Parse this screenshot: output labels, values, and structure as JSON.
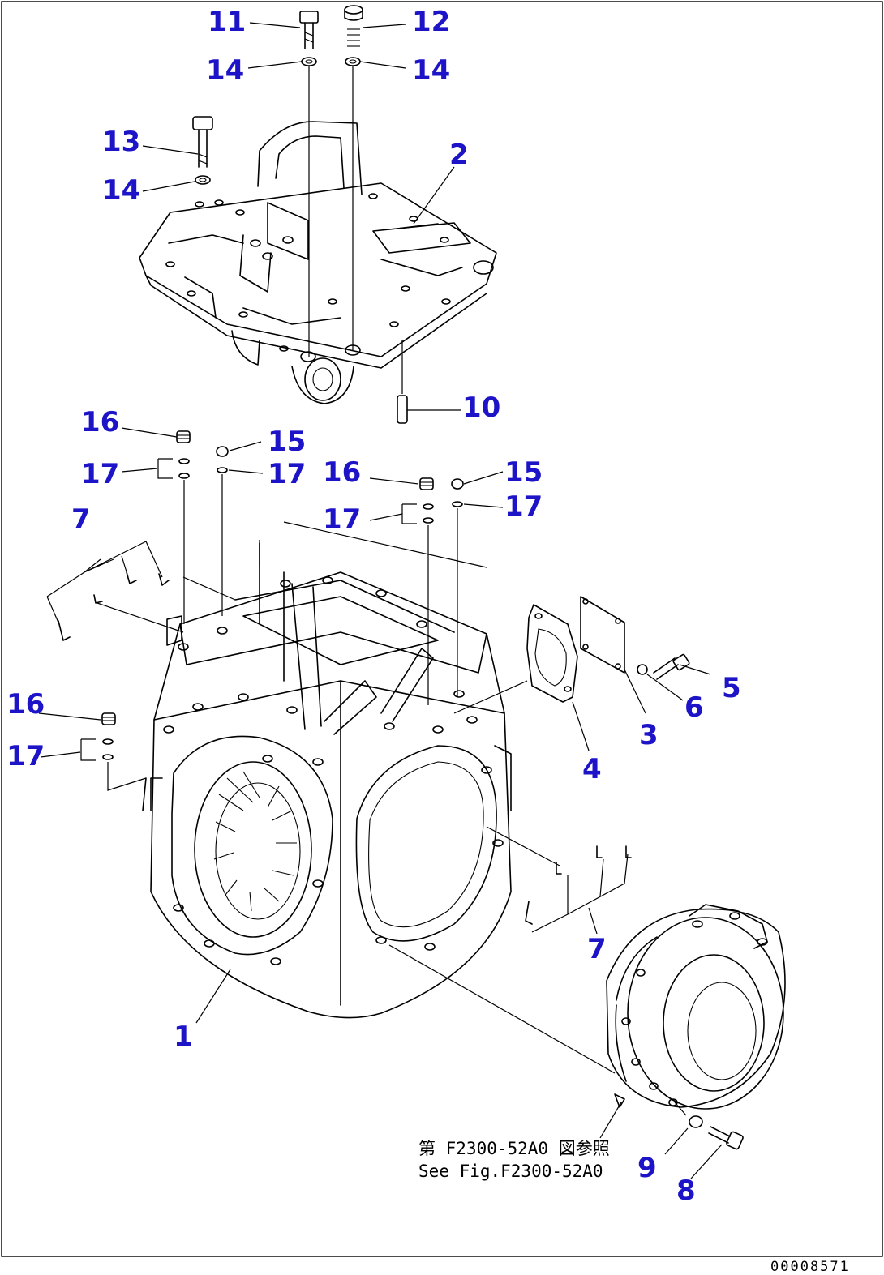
{
  "callouts": {
    "c1": "1",
    "c2": "2",
    "c3": "3",
    "c4": "4",
    "c5": "5",
    "c6": "6",
    "c7": "7",
    "c8": "8",
    "c9": "9",
    "c10": "10",
    "c11": "11",
    "c12": "12",
    "c13": "13",
    "c14": "14",
    "c15": "15",
    "c16": "16",
    "c17": "17"
  },
  "note": {
    "line1": "第 F2300-52A0 図参照",
    "line2": "See Fig.F2300-52A0"
  },
  "doc_id": "00008571",
  "colors": {
    "callout": "#1d14c8",
    "line": "#000000",
    "background": "#ffffff"
  }
}
